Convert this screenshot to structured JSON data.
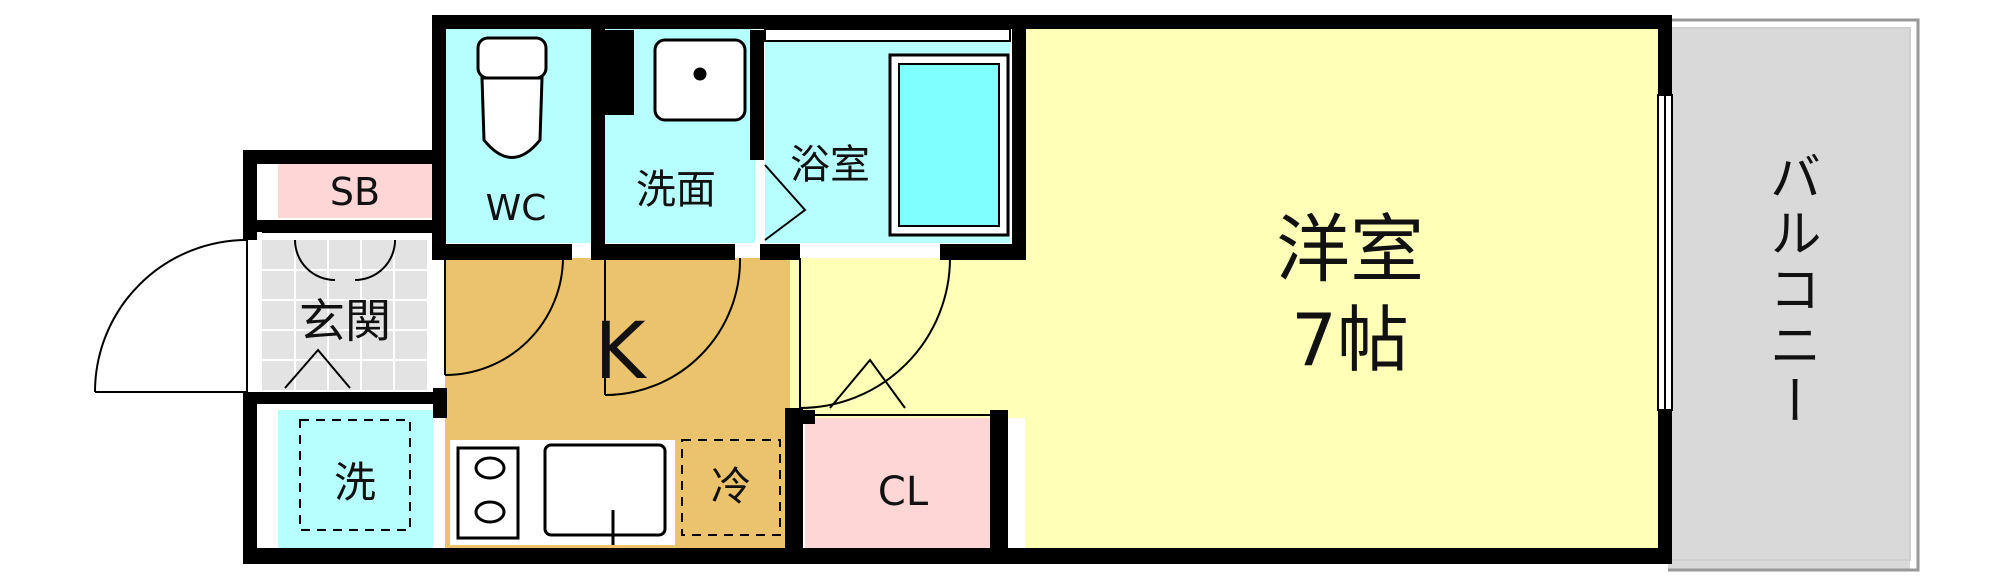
{
  "floor_plan": {
    "rooms": {
      "sb": "SB",
      "wc": "WC",
      "washroom": "洗面",
      "bathroom": "浴室",
      "western_room_name": "洋室",
      "western_room_size": "7帖",
      "balcony": "バルコニー",
      "entrance": "玄関",
      "kitchen": "K",
      "washer": "洗",
      "fridge": "冷",
      "closet": "CL"
    },
    "colors": {
      "wall": "#000000",
      "western_room": "#ffffb7",
      "kitchen": "#eac36c",
      "water_area": "#b7ffff",
      "bathtub": "#7fffff",
      "closet": "#ffd6d6",
      "sb": "#ffd6d6",
      "balcony": "#d9d9d9",
      "entrance": "#e3e3e3"
    }
  }
}
